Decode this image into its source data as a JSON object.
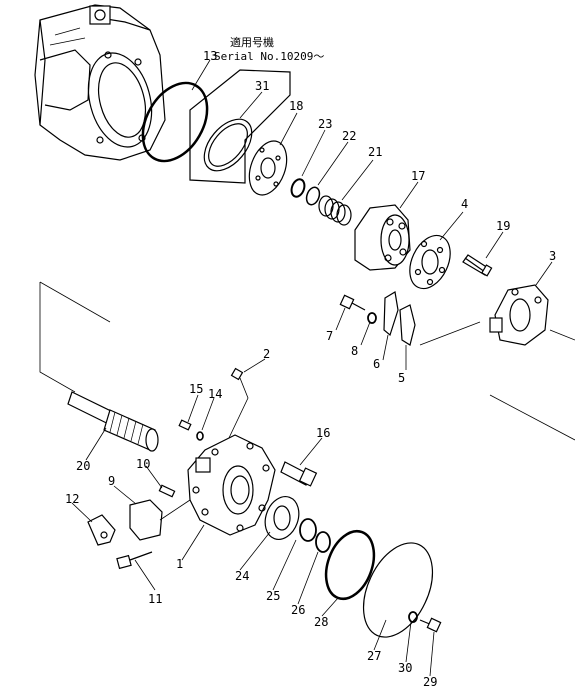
{
  "serial_note": {
    "applicable_label": "適用号機",
    "serial_text": "Serial No.10209～"
  },
  "callouts": {
    "p1": "1",
    "p2": "2",
    "p3": "3",
    "p4": "4",
    "p5": "5",
    "p6": "6",
    "p7": "7",
    "p8": "8",
    "p9": "9",
    "p10": "10",
    "p11": "11",
    "p12": "12",
    "p13": "13",
    "p14": "14",
    "p15": "15",
    "p16": "16",
    "p17": "17",
    "p18": "18",
    "p19": "19",
    "p20": "20",
    "p21": "21",
    "p22": "22",
    "p23": "23",
    "p24": "24",
    "p25": "25",
    "p26": "26",
    "p27": "27",
    "p28": "28",
    "p29": "29",
    "p30": "30",
    "p31": "31"
  }
}
